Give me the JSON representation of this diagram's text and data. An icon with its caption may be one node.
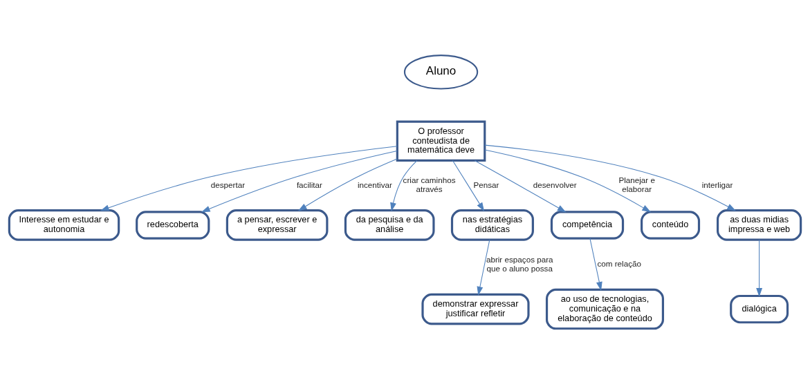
{
  "diagram": {
    "nodes": [
      {
        "text": [
          "Aluno"
        ]
      },
      {
        "text": [
          "O professor conteudista de matemática deve"
        ]
      },
      {
        "text": [
          "Interesse em estudar e autonomia"
        ]
      },
      {
        "text": [
          "redescoberta"
        ]
      },
      {
        "text": [
          "a pensar, escrever e expressar"
        ]
      },
      {
        "text": [
          "da pesquisa e da análise"
        ]
      },
      {
        "text": [
          "nas estratégias didáticas"
        ]
      },
      {
        "text": [
          "competência"
        ]
      },
      {
        "text": [
          "conteúdo"
        ]
      },
      {
        "text": [
          "as duas midias impressa e web"
        ]
      },
      {
        "text": [
          "demonstrar expressar justificar refletir"
        ]
      },
      {
        "text": [
          "ao uso de tecnologias, comunicação e na elaboração de conteúdo"
        ]
      },
      {
        "text": [
          "dialógica"
        ]
      }
    ],
    "edges": [
      {
        "from": 1,
        "to": 2,
        "arrow": "to",
        "label": "despertar"
      },
      {
        "from": 1,
        "to": 3,
        "arrow": "to",
        "label": "facilitar"
      },
      {
        "from": 1,
        "to": 4,
        "arrow": "to",
        "label": "incentivar"
      },
      {
        "from": 1,
        "to": 5,
        "arrow": "to",
        "label": "criar caminhos através"
      },
      {
        "from": 1,
        "to": 6,
        "arrow": "to",
        "label": "Pensar"
      },
      {
        "from": 1,
        "to": 7,
        "arrow": "to",
        "label": "desenvolver"
      },
      {
        "from": 1,
        "to": 8,
        "arrow": "to",
        "label": "Planejar e elaborar"
      },
      {
        "from": 1,
        "to": 9,
        "arrow": "to",
        "label": "interligar"
      },
      {
        "from": 6,
        "to": 10,
        "arrow": "to",
        "label": "abrir espaços para que o aluno possa"
      },
      {
        "from": 7,
        "to": 11,
        "arrow": "to",
        "label": "com relação"
      },
      {
        "from": 9,
        "to": 12,
        "arrow": "to"
      }
    ]
  }
}
